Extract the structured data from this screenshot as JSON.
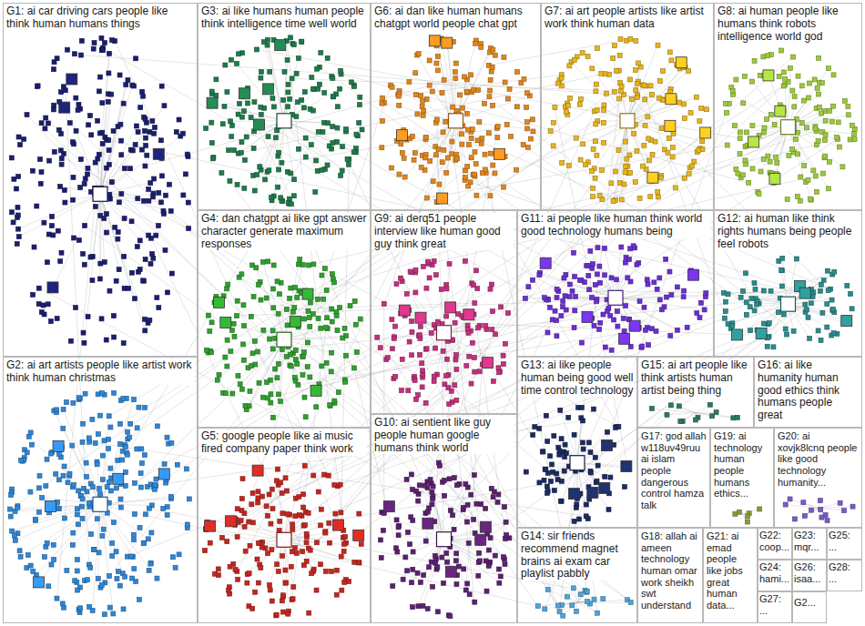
{
  "diagram": {
    "nodes": [
      {
        "text": [
          "G1: ai car driving cars people like think human humans things"
        ]
      },
      {
        "text": [
          "G3: ai like humans human people think intelligence time well world"
        ]
      },
      {
        "text": [
          "G6: ai dan like human humans chatgpt world people chat gpt"
        ]
      },
      {
        "text": [
          "G7: ai art people artists like artist work think human data"
        ]
      },
      {
        "text": [
          "G8: ai human people like humans think robots intelligence world god"
        ]
      },
      {
        "text": [
          "G2: ai art artists people like artist work think human christmas"
        ]
      },
      {
        "text": [
          "G4: dan chatgpt ai like gpt answer character generate maximum responses"
        ]
      },
      {
        "text": [
          "G9: ai derq51 people interview like human good guy think great"
        ]
      },
      {
        "text": [
          "G11: ai people like human think world good technology humans being"
        ]
      },
      {
        "text": [
          "G12: ai human like think rights humans being people feel robots"
        ]
      },
      {
        "text": [
          "G5: google people like ai music fired company paper think work"
        ]
      },
      {
        "text": [
          "G10: ai sentient like guy people human google humans think world"
        ]
      },
      {
        "text": [
          "G13: ai like people human being good well time control technology"
        ]
      },
      {
        "text": [
          "G15: ai art people like think artists human artist being thing"
        ]
      },
      {
        "text": [
          "G16: ai like humanity human good ethics think humans people great"
        ]
      },
      {
        "text": [
          "G17: god allah w118uv49ruu ai islam people dangerous control hamza talk"
        ]
      },
      {
        "text": [
          "G19: ai technology human people humans ethics..."
        ]
      },
      {
        "text": [
          "G20: ai xovjk8lcnq people like good technology humanity..."
        ]
      },
      {
        "text": [
          "G14: sir friends recommend magnet brains ai exam car playlist pabbly"
        ]
      },
      {
        "text": [
          "G18: allah ai ameen technology human omar work sheikh swt understand"
        ]
      },
      {
        "text": [
          "G21: ai emad people like jobs great human data..."
        ]
      },
      {
        "text": [
          "G22: coop..."
        ]
      },
      {
        "text": [
          "G23: mqr..."
        ]
      },
      {
        "text": [
          "G25: ..."
        ]
      },
      {
        "text": [
          "G24: hami..."
        ]
      },
      {
        "text": [
          "G26: isaa..."
        ]
      },
      {
        "text": [
          "G28: ..."
        ]
      },
      {
        "text": [
          "G27: ..."
        ]
      },
      {
        "text": [
          "G2..."
        ]
      }
    ]
  }
}
